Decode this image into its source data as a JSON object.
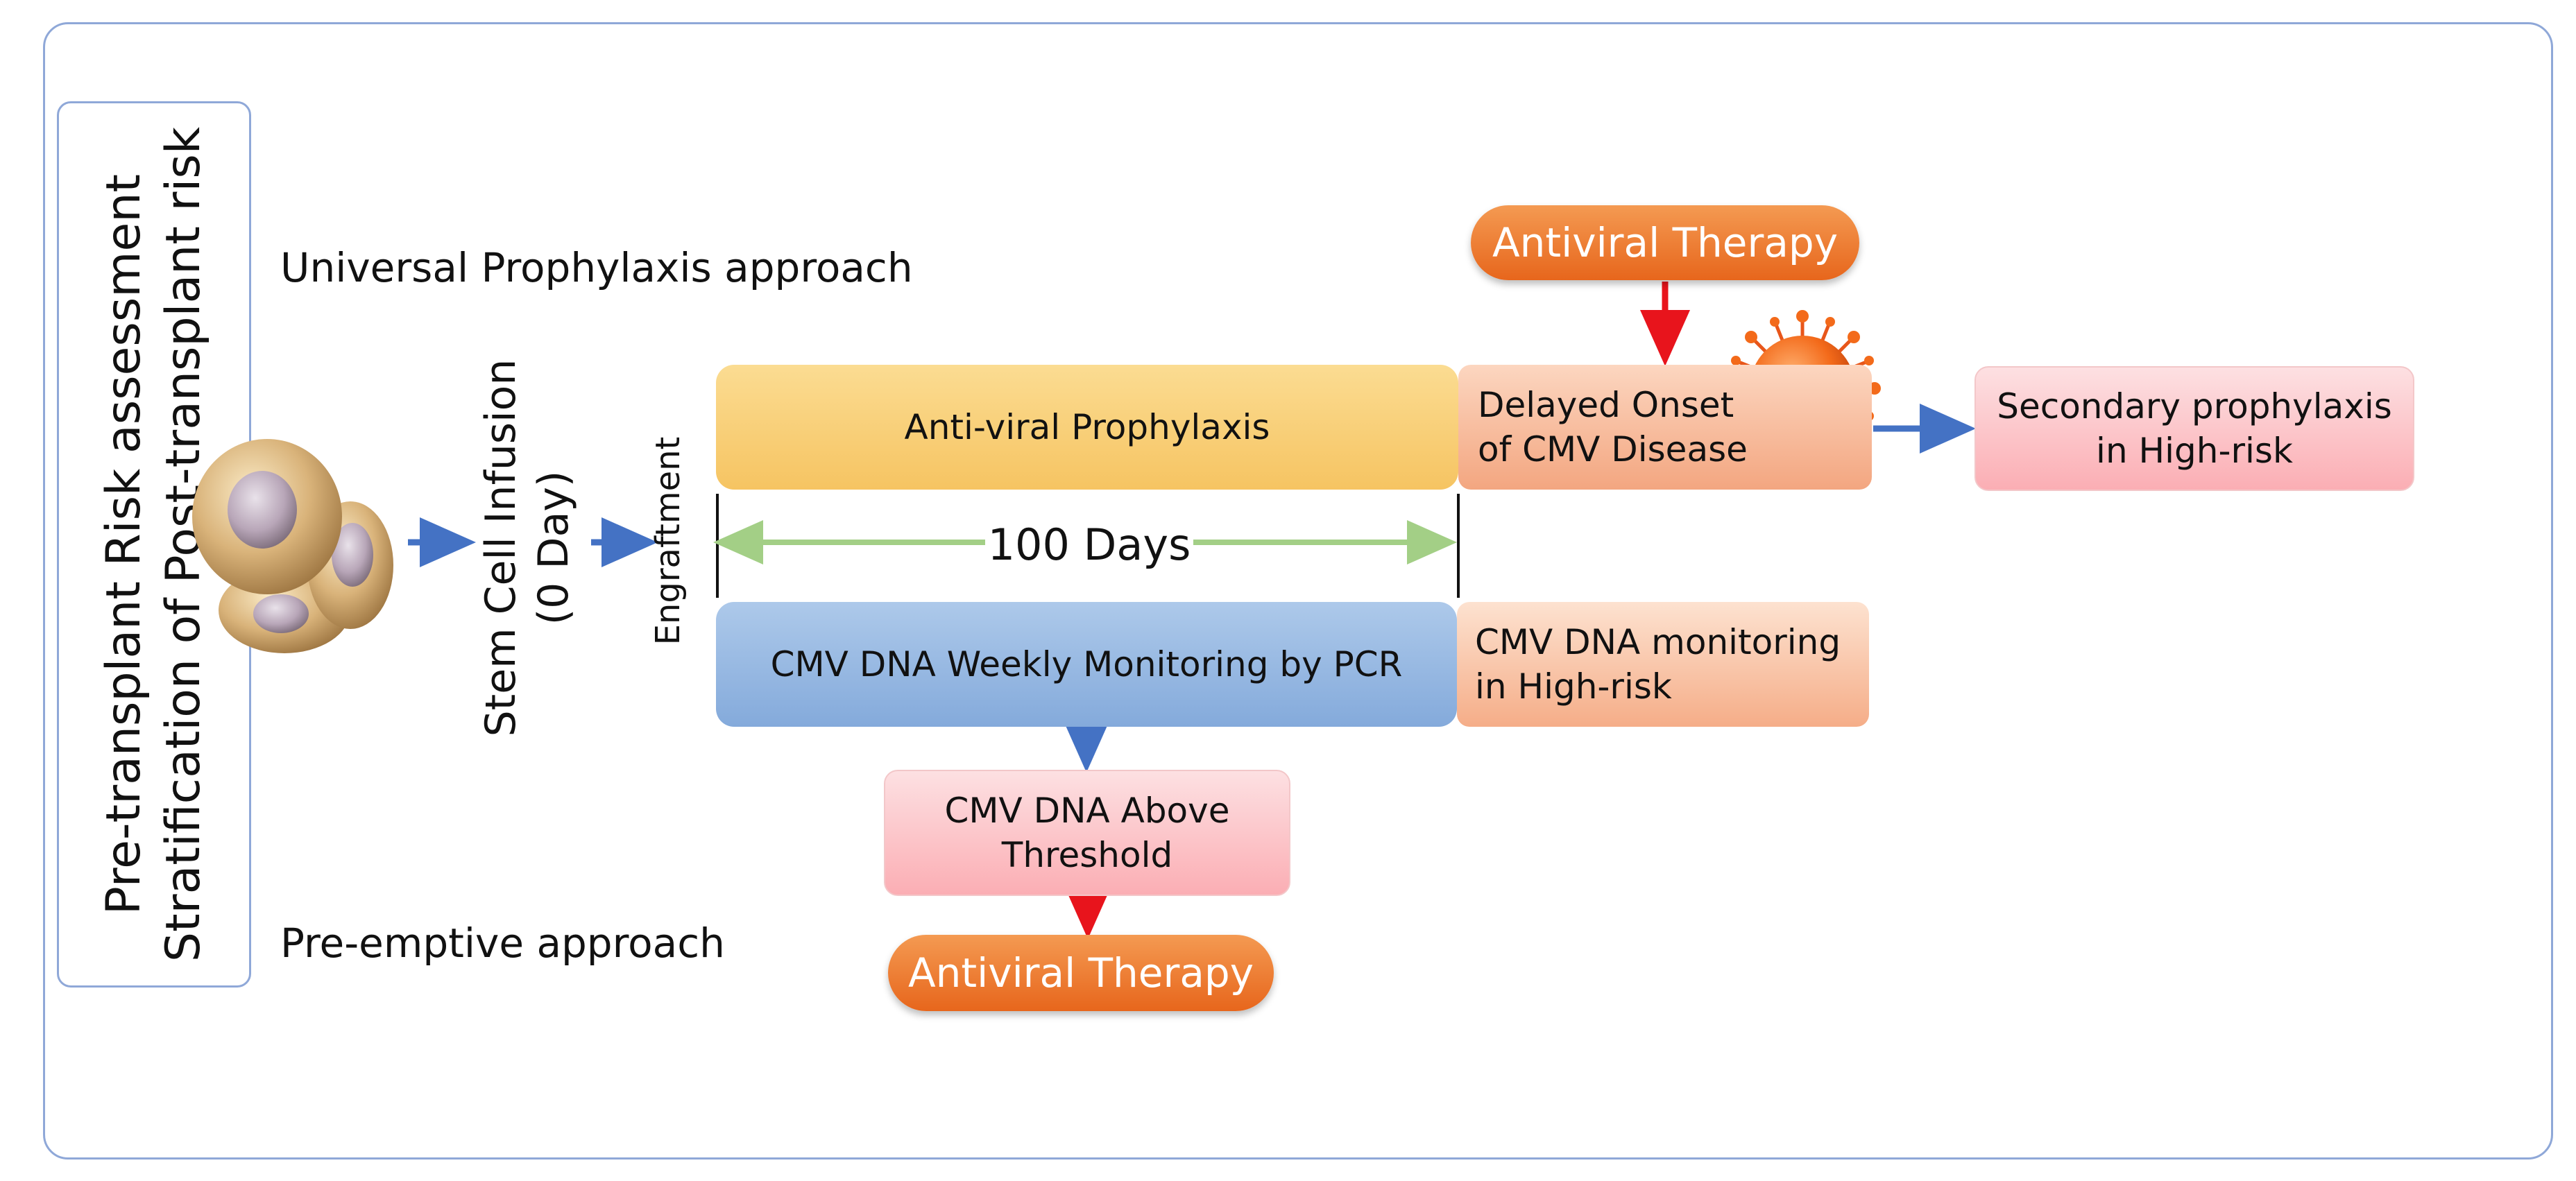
{
  "side_panel": {
    "line1": "Pre-transplant Risk assessment",
    "line2": "Stratification of Post-transplant risk"
  },
  "approaches": {
    "universal": "Universal Prophylaxis approach",
    "preemptive": "Pre-emptive approach"
  },
  "stem_cell": {
    "line1": "Stem Cell Infusion",
    "line2": "(0 Day)"
  },
  "engraftment_label": "Engraftment",
  "prophylaxis_box": "Anti-viral Prophylaxis",
  "pcr_box": "CMV DNA Weekly Monitoring by PCR",
  "duration_label": "100 Days",
  "delayed_box": {
    "line1": "Delayed Onset",
    "line2": "of CMV Disease"
  },
  "monitor_box": {
    "line1": "CMV DNA monitoring",
    "line2": "in High-risk"
  },
  "secondary_box": {
    "line1": "Secondary prophylaxis",
    "line2": "in High-risk"
  },
  "threshold_box": {
    "line1": "CMV DNA Above",
    "line2": "Threshold"
  },
  "antiviral_top": "Antiviral Therapy",
  "antiviral_bottom": "Antiviral Therapy",
  "colors": {
    "frame_border": "#8fa8d8",
    "blue_arrow": "#4472c4",
    "red_arrow": "#e8141c",
    "green_arrow": "#a3cf86",
    "prophylaxis_fill": "#f6c462",
    "pcr_fill": "#84aadb",
    "orange_pill": "#e7661c",
    "pink_box": "#fbaeb4",
    "peach_box": "#f3a680"
  },
  "icons": {
    "cells": "stem-cells-icon",
    "virus": "cmv-virus-icon"
  }
}
